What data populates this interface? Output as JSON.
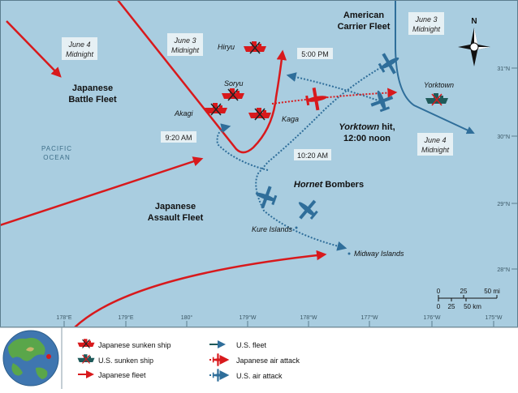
{
  "colors": {
    "ocean": "#a9cde0",
    "japanese": "#d8191c",
    "us": "#2f6e9a",
    "us_ship": "#1f5a5a",
    "label_box": "#e6f0f4",
    "grid": "#5b7d8e"
  },
  "labels": {
    "american_carrier_fleet_1": "American",
    "american_carrier_fleet_2": "Carrier Fleet",
    "june3_us_1": "June 3",
    "june3_us_2": "Midnight",
    "june4_bf_1": "June 4",
    "june4_bf_2": "Midnight",
    "june3_jp_1": "June 3",
    "june3_jp_2": "Midnight",
    "june4_us_1": "June 4",
    "june4_us_2": "Midnight",
    "japanese_battle_fleet_1": "Japanese",
    "japanese_battle_fleet_2": "Battle Fleet",
    "japanese_assault_fleet_1": "Japanese",
    "japanese_assault_fleet_2": "Assault Fleet",
    "pacific_1": "PACIFIC",
    "pacific_2": "OCEAN",
    "hiryu": "Hiryu",
    "soryu": "Soryu",
    "akagi": "Akagi",
    "kaga": "Kaga",
    "yorktown": "Yorktown",
    "time_500": "5:00 PM",
    "time_920": "9:20 AM",
    "time_1020": "10:20 AM",
    "yorktown_hit_1_italic": "Yorktown",
    "yorktown_hit_1_rest": " hit,",
    "yorktown_hit_2": "12:00 noon",
    "hornet_italic": "Hornet",
    "hornet_rest": " Bombers",
    "kure_islands": "Kure Islands",
    "midway_islands": "Midway Islands",
    "compass_n": "N"
  },
  "latitudes": [
    "31°N",
    "30°N",
    "29°N",
    "28°N"
  ],
  "longitudes": [
    "178°E",
    "179°E",
    "180°",
    "179°W",
    "178°W",
    "177°W",
    "176°W",
    "175°W"
  ],
  "scale": {
    "mi_ticks": [
      "0",
      "25",
      "50 mi"
    ],
    "km_ticks": [
      "0",
      "25",
      "50 km"
    ]
  },
  "legend": {
    "items": [
      {
        "label": "Japanese sunken ship"
      },
      {
        "label": "U.S. sunken ship"
      },
      {
        "label": "Japanese fleet"
      },
      {
        "label": "U.S. fleet"
      },
      {
        "label": "Japanese air attack"
      },
      {
        "label": "U.S. air attack"
      }
    ]
  }
}
